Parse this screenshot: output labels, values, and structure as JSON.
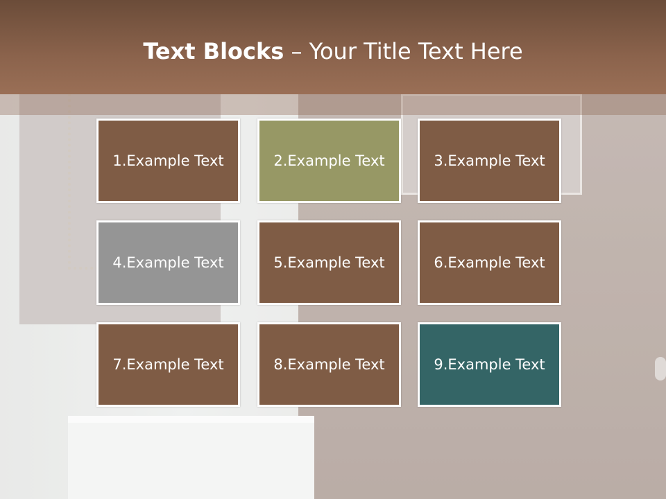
{
  "title": {
    "bold_part": "Text Blocks",
    "separator": " – ",
    "rest": "Your Title Text Here"
  },
  "colors": {
    "brown": "#7f5c45",
    "olive": "#979865",
    "gray": "#959595",
    "teal": "#346566",
    "banner": "#8b634c"
  },
  "blocks": [
    {
      "label": "1.Example Text",
      "color": "#7f5c45"
    },
    {
      "label": "2.Example Text",
      "color": "#979865"
    },
    {
      "label": "3.Example Text",
      "color": "#7f5c45"
    },
    {
      "label": "4.Example Text",
      "color": "#959595"
    },
    {
      "label": "5.Example Text",
      "color": "#7f5c45"
    },
    {
      "label": "6.Example Text",
      "color": "#7f5c45"
    },
    {
      "label": "7.Example Text",
      "color": "#7f5c45"
    },
    {
      "label": "8.Example Text",
      "color": "#7f5c45"
    },
    {
      "label": "9.Example Text",
      "color": "#346566"
    }
  ]
}
